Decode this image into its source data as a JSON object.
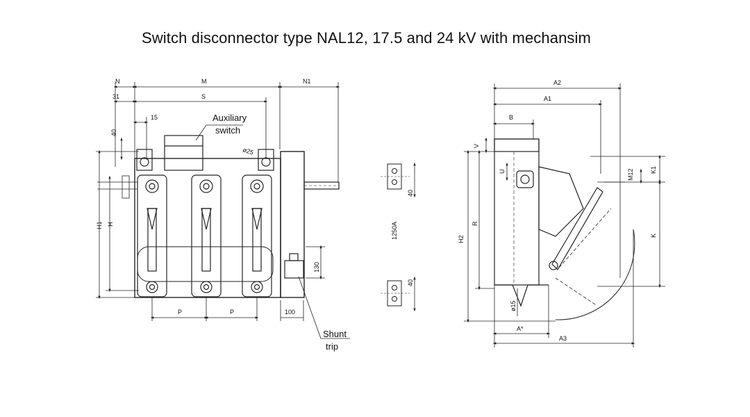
{
  "title": "Switch disconnector type NAL12, 17.5 and 24 kV with mechansim",
  "front_view": {
    "dims": {
      "N": "N",
      "M": "M",
      "N1": "N1",
      "d31": "31",
      "S": "S",
      "d15": "15",
      "d40": "40",
      "H1": "H1",
      "H": "H",
      "P1": "P",
      "P2": "P",
      "d100": "100",
      "d130": "130",
      "d25": "ø25"
    },
    "labels": {
      "auxiliary_line1": "Auxiliary",
      "auxiliary_line2": "switch",
      "shunt_line1": "Shunt",
      "shunt_line2": "trip"
    }
  },
  "terminal_detail": {
    "current": "1250A",
    "d40_top": "40",
    "d40_bottom": "40"
  },
  "side_view": {
    "dims": {
      "A2": "A2",
      "A1": "A1",
      "B": "B",
      "V": "V",
      "U": "U",
      "R": "R",
      "H2": "H2",
      "M12": "M12",
      "K1": "K1",
      "K": "K",
      "d15": "ø15",
      "Astar": "A*",
      "A3": "A3"
    }
  }
}
